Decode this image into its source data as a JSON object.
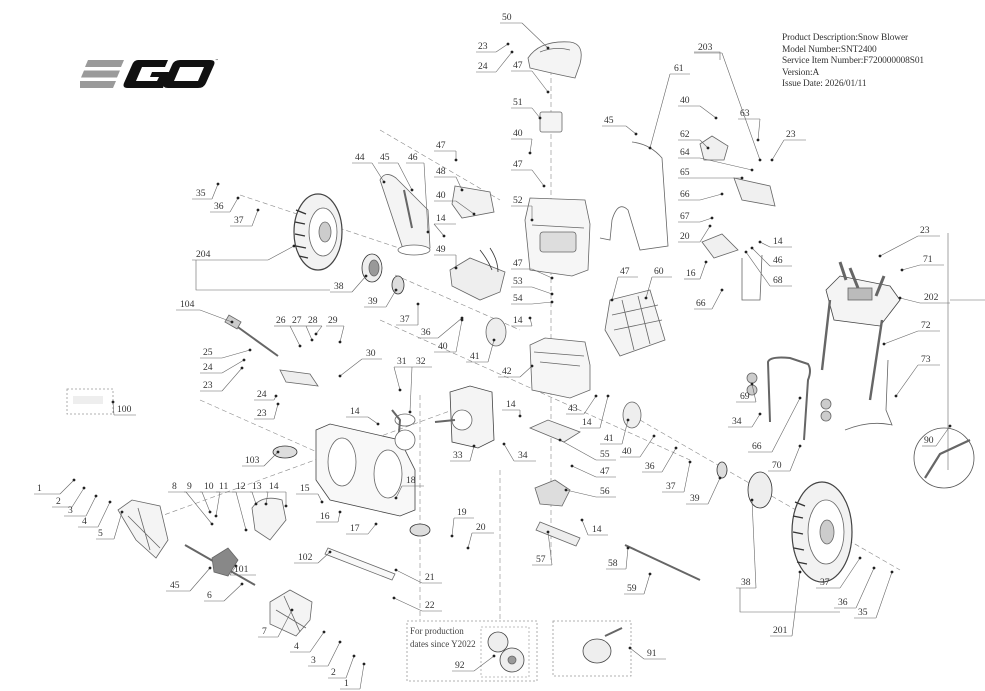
{
  "document": {
    "type": "Exploded parts diagram",
    "brand": "EGO",
    "product_info": {
      "product_description": "Product Description:Snow Blower",
      "model_number": "Model Number:SNT2400",
      "service_item_number": "Service Item Number:F720000008S01",
      "version": "Version:A",
      "issue_date": "Issue Date: 2026/01/11"
    },
    "production_note": {
      "line1": "For production",
      "line2": "dates since Y2022"
    },
    "colors": {
      "line": "#555555",
      "text": "#333333",
      "part_stroke": "#666666",
      "logo_gray": "#9a9a9a",
      "logo_black": "#111111"
    }
  },
  "callouts": [
    {
      "id": "c50",
      "label": "50"
    },
    {
      "id": "c23a",
      "label": "23"
    },
    {
      "id": "c24a",
      "label": "24"
    },
    {
      "id": "c47a",
      "label": "47"
    },
    {
      "id": "c51",
      "label": "51"
    },
    {
      "id": "c40a",
      "label": "40"
    },
    {
      "id": "c47b",
      "label": "47"
    },
    {
      "id": "c52",
      "label": "52"
    },
    {
      "id": "c61",
      "label": "61"
    },
    {
      "id": "c203",
      "label": "203"
    },
    {
      "id": "c45a",
      "label": "45"
    },
    {
      "id": "c40b",
      "label": "40"
    },
    {
      "id": "c63",
      "label": "63"
    },
    {
      "id": "c23b",
      "label": "23"
    },
    {
      "id": "c62",
      "label": "62"
    },
    {
      "id": "c64",
      "label": "64"
    },
    {
      "id": "c65",
      "label": "65"
    },
    {
      "id": "c66a",
      "label": "66"
    },
    {
      "id": "c67",
      "label": "67"
    },
    {
      "id": "c20a",
      "label": "20"
    },
    {
      "id": "c14a",
      "label": "14"
    },
    {
      "id": "c46a",
      "label": "46"
    },
    {
      "id": "c68",
      "label": "68"
    },
    {
      "id": "c16a",
      "label": "16"
    },
    {
      "id": "c66b",
      "label": "66"
    },
    {
      "id": "c47c",
      "label": "47"
    },
    {
      "id": "c60",
      "label": "60"
    },
    {
      "id": "c44",
      "label": "44"
    },
    {
      "id": "c45b",
      "label": "45"
    },
    {
      "id": "c46b",
      "label": "46"
    },
    {
      "id": "c47d",
      "label": "47"
    },
    {
      "id": "c48",
      "label": "48"
    },
    {
      "id": "c40c",
      "label": "40"
    },
    {
      "id": "c14b",
      "label": "14"
    },
    {
      "id": "c49",
      "label": "49"
    },
    {
      "id": "c47e",
      "label": "47"
    },
    {
      "id": "c53",
      "label": "53"
    },
    {
      "id": "c54",
      "label": "54"
    },
    {
      "id": "c14c",
      "label": "14"
    },
    {
      "id": "c35a",
      "label": "35"
    },
    {
      "id": "c36a",
      "label": "36"
    },
    {
      "id": "c37a",
      "label": "37"
    },
    {
      "id": "c204",
      "label": "204"
    },
    {
      "id": "c38a",
      "label": "38"
    },
    {
      "id": "c39a",
      "label": "39"
    },
    {
      "id": "c37b",
      "label": "37"
    },
    {
      "id": "c36b",
      "label": "36"
    },
    {
      "id": "c40d",
      "label": "40"
    },
    {
      "id": "c41a",
      "label": "41"
    },
    {
      "id": "c42",
      "label": "42"
    },
    {
      "id": "c104",
      "label": "104"
    },
    {
      "id": "c26",
      "label": "26"
    },
    {
      "id": "c27",
      "label": "27"
    },
    {
      "id": "c28",
      "label": "28"
    },
    {
      "id": "c29",
      "label": "29"
    },
    {
      "id": "c25",
      "label": "25"
    },
    {
      "id": "c24b",
      "label": "24"
    },
    {
      "id": "c23c",
      "label": "23"
    },
    {
      "id": "c30",
      "label": "30"
    },
    {
      "id": "c31",
      "label": "31"
    },
    {
      "id": "c32",
      "label": "32"
    },
    {
      "id": "c24c",
      "label": "24"
    },
    {
      "id": "c23d",
      "label": "23"
    },
    {
      "id": "c14d",
      "label": "14"
    },
    {
      "id": "c100",
      "label": "100"
    },
    {
      "id": "c103",
      "label": "103"
    },
    {
      "id": "c33",
      "label": "33"
    },
    {
      "id": "c14e",
      "label": "14"
    },
    {
      "id": "c34a",
      "label": "34"
    },
    {
      "id": "c43",
      "label": "43"
    },
    {
      "id": "c14f",
      "label": "14"
    },
    {
      "id": "c41b",
      "label": "41"
    },
    {
      "id": "c55",
      "label": "55"
    },
    {
      "id": "c47f",
      "label": "47"
    },
    {
      "id": "c56",
      "label": "56"
    },
    {
      "id": "c40e",
      "label": "40"
    },
    {
      "id": "c36c",
      "label": "36"
    },
    {
      "id": "c37c",
      "label": "37"
    },
    {
      "id": "c39b",
      "label": "39"
    },
    {
      "id": "c14g",
      "label": "14"
    },
    {
      "id": "c57",
      "label": "57"
    },
    {
      "id": "c58",
      "label": "58"
    },
    {
      "id": "c59",
      "label": "59"
    },
    {
      "id": "c1a",
      "label": "1"
    },
    {
      "id": "c2a",
      "label": "2"
    },
    {
      "id": "c3a",
      "label": "3"
    },
    {
      "id": "c4a",
      "label": "4"
    },
    {
      "id": "c5",
      "label": "5"
    },
    {
      "id": "c8",
      "label": "8"
    },
    {
      "id": "c9",
      "label": "9"
    },
    {
      "id": "c10",
      "label": "10"
    },
    {
      "id": "c11",
      "label": "11"
    },
    {
      "id": "c12",
      "label": "12"
    },
    {
      "id": "c13",
      "label": "13"
    },
    {
      "id": "c14h",
      "label": "14"
    },
    {
      "id": "c15",
      "label": "15"
    },
    {
      "id": "c16b",
      "label": "16"
    },
    {
      "id": "c17",
      "label": "17"
    },
    {
      "id": "c18",
      "label": "18"
    },
    {
      "id": "c19",
      "label": "19"
    },
    {
      "id": "c20b",
      "label": "20"
    },
    {
      "id": "c45c",
      "label": "45"
    },
    {
      "id": "c101",
      "label": "101"
    },
    {
      "id": "c6",
      "label": "6"
    },
    {
      "id": "c102",
      "label": "102"
    },
    {
      "id": "c21",
      "label": "21"
    },
    {
      "id": "c22",
      "label": "22"
    },
    {
      "id": "c7",
      "label": "7"
    },
    {
      "id": "c4b",
      "label": "4"
    },
    {
      "id": "c3b",
      "label": "3"
    },
    {
      "id": "c2b",
      "label": "2"
    },
    {
      "id": "c1b",
      "label": "1"
    },
    {
      "id": "c92",
      "label": "92"
    },
    {
      "id": "c91",
      "label": "91"
    },
    {
      "id": "c23e",
      "label": "23"
    },
    {
      "id": "c71",
      "label": "71"
    },
    {
      "id": "c202",
      "label": "202"
    },
    {
      "id": "c72",
      "label": "72"
    },
    {
      "id": "c73",
      "label": "73"
    },
    {
      "id": "c69",
      "label": "69"
    },
    {
      "id": "c34b",
      "label": "34"
    },
    {
      "id": "c66c",
      "label": "66"
    },
    {
      "id": "c70",
      "label": "70"
    },
    {
      "id": "c90",
      "label": "90"
    },
    {
      "id": "c38b",
      "label": "38"
    },
    {
      "id": "c201",
      "label": "201"
    },
    {
      "id": "c37d",
      "label": "37"
    },
    {
      "id": "c36d",
      "label": "36"
    },
    {
      "id": "c35b",
      "label": "35"
    }
  ]
}
